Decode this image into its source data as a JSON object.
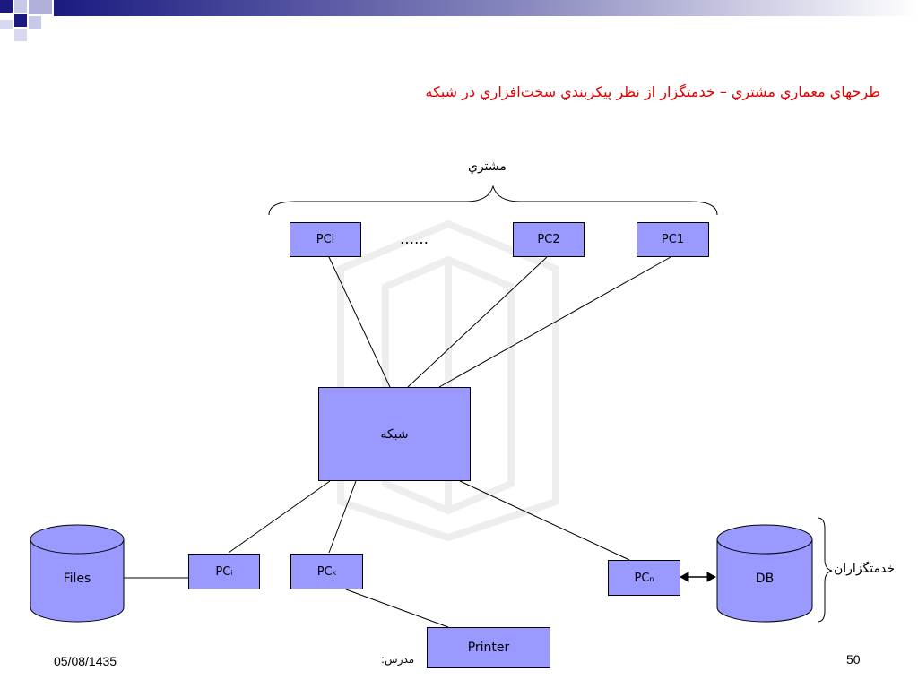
{
  "slide": {
    "title": "طرحهاي معماري مشتري – خدمتگزار از نظر پيکربندي سخت‌افزاري  در شبکه",
    "client_group_label": "مشتري",
    "server_group_label": "خدمتگزاران",
    "ellipsis": "……",
    "network_label": "شبکه",
    "clients": [
      {
        "label": "PCi"
      },
      {
        "label": "PC2"
      },
      {
        "label": "PC1"
      }
    ],
    "servers": [
      {
        "label": "PC",
        "sub": "i"
      },
      {
        "label": "PC",
        "sub": "k"
      },
      {
        "label": "PC",
        "sub": "n"
      }
    ],
    "files_label": "Files",
    "db_label": "DB",
    "printer_label": "Printer"
  },
  "footer": {
    "date": "05/08/1435",
    "teacher": "مدرس:",
    "page_number": "50"
  },
  "colors": {
    "title": "#e00000",
    "box_fill": "#9999ff",
    "topbar_dark": "#1a1a80"
  }
}
